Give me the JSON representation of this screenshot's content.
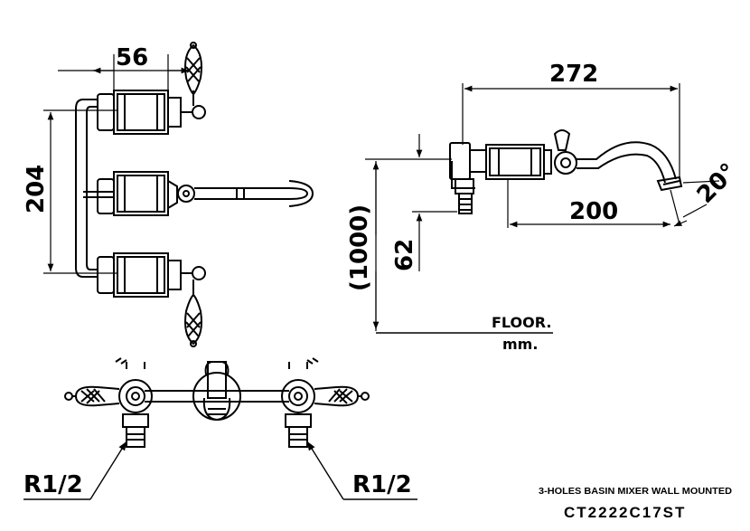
{
  "dimensions": {
    "width_56": "56",
    "height_204": "204",
    "length_272": "272",
    "length_200": "200",
    "angle": "20°",
    "height_1000": "(1000)",
    "height_62": "62",
    "thread_left": "R1/2",
    "thread_right": "R1/2"
  },
  "floor": {
    "label": "FLOOR.",
    "unit": "mm."
  },
  "title_block": {
    "description": "3-HOLES BASIN MIXER  WALL MOUNTED",
    "model": "CT2222C17ST"
  },
  "colors": {
    "line": "#000000",
    "background": "#ffffff"
  }
}
